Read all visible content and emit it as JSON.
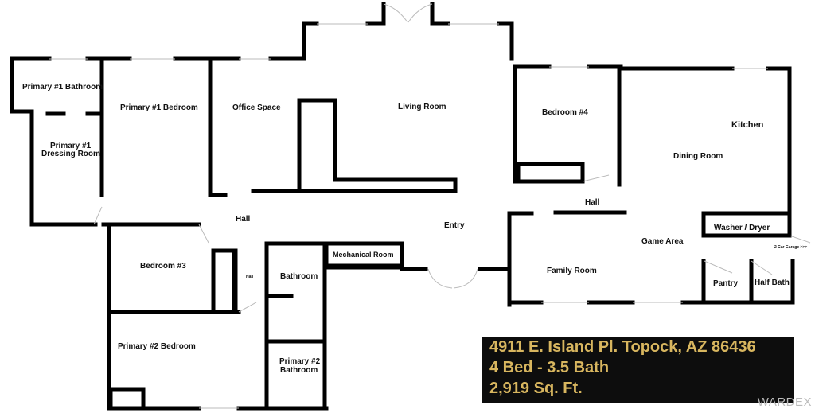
{
  "rooms": {
    "primary1_bathroom": "Primary #1 Bathroom",
    "primary1_bedroom": "Primary #1 Bedroom",
    "office": "Office Space",
    "living": "Living Room",
    "bedroom4": "Bedroom #4",
    "kitchen": "Kitchen",
    "dining": "Dining Room",
    "primary1_dressing_line1": "Primary #1",
    "primary1_dressing_line2": "Dressing Room",
    "hall_main": "Hall",
    "hall_right": "Hall",
    "hall_small": "Hall",
    "entry": "Entry",
    "washer_dryer": "Washer / Dryer",
    "garage": "2 Car Garage >>>",
    "game_area": "Game Area",
    "bedroom3": "Bedroom #3",
    "bathroom": "Bathroom",
    "mechanical": "Mechanical Room",
    "family": "Family Room",
    "pantry": "Pantry",
    "half_bath": "Half Bath",
    "primary2_bedroom": "Primary #2 Bedroom",
    "primary2_bath_line1": "Primary #2",
    "primary2_bath_line2": "Bathroom"
  },
  "listing": {
    "address": "4911 E. Island Pl. Topock, AZ 86436",
    "beds_baths": "4 Bed - 3.5 Bath",
    "sqft": "2,919 Sq. Ft."
  },
  "watermark": "WARDEX",
  "colors": {
    "wall": "#000000",
    "info_bg": "#0d0d0d",
    "info_text": "#d8b65f"
  }
}
